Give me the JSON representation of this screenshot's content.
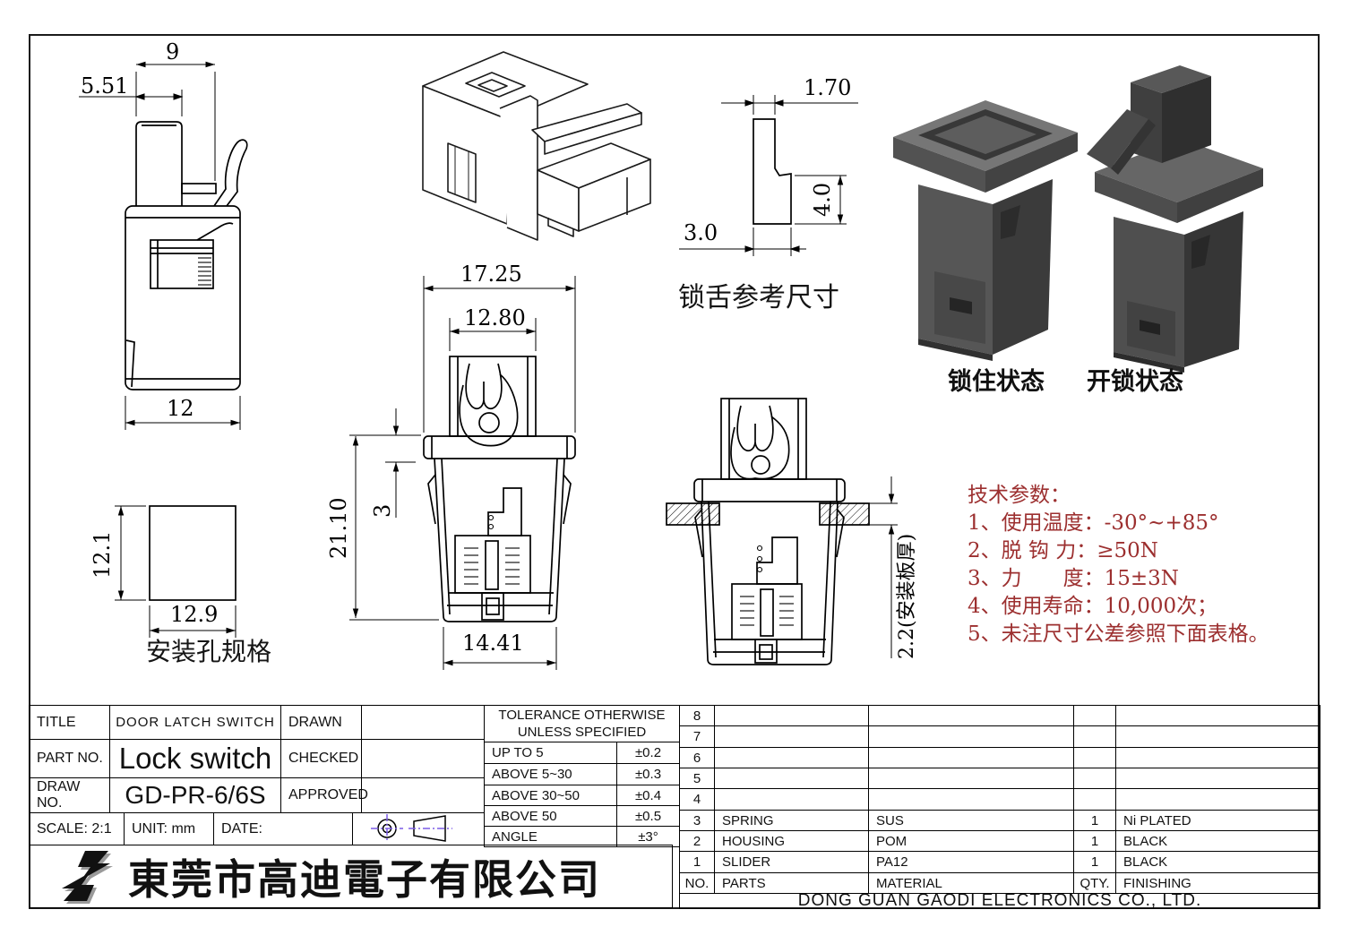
{
  "drawing": {
    "dims": {
      "side_width": "9",
      "side_offset": "5.51",
      "side_body_width": "12",
      "hole_height": "12.1",
      "hole_width": "12.9",
      "hole_label": "安装孔规格",
      "front_flange_width": "17.25",
      "front_plunger_width": "12.80",
      "front_height": "21.10",
      "front_flange_depth": "3",
      "front_body_width": "14.41",
      "tongue_tip": "1.70",
      "tongue_height": "4.0",
      "tongue_depth": "3.0",
      "tongue_label": "锁舌参考尺寸",
      "panel_thickness": "2.2(安装板厚)"
    },
    "states": {
      "locked": "锁住状态",
      "unlocked": "开锁状态"
    },
    "tech_notes": [
      "技术参数：",
      "1、使用温度：-30°~+85°",
      "2、脱 钩 力：≥50N",
      "3、力　　度：15±3N",
      "4、使用寿命：10,000次；",
      "5、未注尺寸公差参照下面表格。"
    ]
  },
  "title_block": {
    "title_label": "TITLE",
    "title_value": "DOOR LATCH SWITCH",
    "drawn_label": "DRAWN",
    "part_no_label": "PART NO.",
    "part_no_value": "Lock switch",
    "checked_label": "CHECKED",
    "draw_no_label": "DRAW NO.",
    "draw_no_value": "GD-PR-6/6S",
    "approved_label": "APPROVED",
    "scale": "SCALE: 2:1",
    "unit": "UNIT: mm",
    "date": "DATE:"
  },
  "tolerance_table": {
    "header1": "TOLERANCE OTHERWISE",
    "header2": "UNLESS SPECIFIED",
    "rows": [
      [
        "UP TO 5",
        "±0.2"
      ],
      [
        "ABOVE 5~30",
        "±0.3"
      ],
      [
        "ABOVE 30~50",
        "±0.4"
      ],
      [
        "ABOVE 50",
        "±0.5"
      ],
      [
        "ANGLE",
        "±3°"
      ]
    ]
  },
  "parts_table": {
    "headers": {
      "no": "NO.",
      "parts": "PARTS",
      "material": "MATERIAL",
      "qty": "QTY.",
      "finishing": "FINISHING"
    },
    "rows": [
      {
        "no": "8",
        "parts": "",
        "material": "",
        "qty": "",
        "finishing": ""
      },
      {
        "no": "7",
        "parts": "",
        "material": "",
        "qty": "",
        "finishing": ""
      },
      {
        "no": "6",
        "parts": "",
        "material": "",
        "qty": "",
        "finishing": ""
      },
      {
        "no": "5",
        "parts": "",
        "material": "",
        "qty": "",
        "finishing": ""
      },
      {
        "no": "4",
        "parts": "",
        "material": "",
        "qty": "",
        "finishing": ""
      },
      {
        "no": "3",
        "parts": "SPRING",
        "material": "SUS",
        "qty": "1",
        "finishing": "Ni PLATED"
      },
      {
        "no": "2",
        "parts": "HOUSING",
        "material": "POM",
        "qty": "1",
        "finishing": "BLACK"
      },
      {
        "no": "1",
        "parts": "SLIDER",
        "material": "PA12",
        "qty": "1",
        "finishing": "BLACK"
      }
    ]
  },
  "company": {
    "name_cn": "東莞市高迪電子有限公司",
    "name_en": "DONG GUAN GAODI ELECTRONICS CO., LTD."
  }
}
